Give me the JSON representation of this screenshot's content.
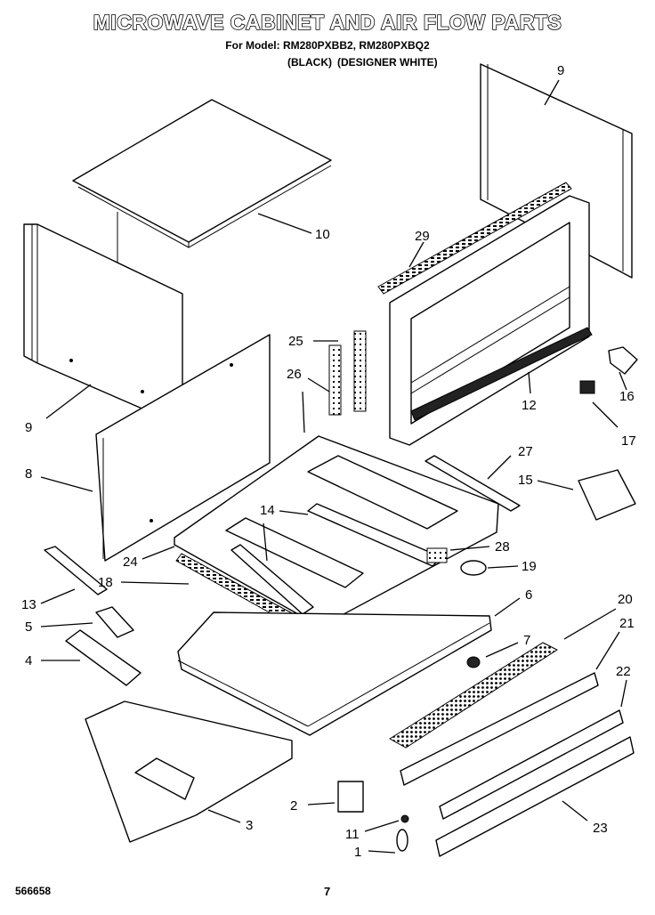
{
  "title": "MICROWAVE CABINET AND AIR FLOW PARTS",
  "model_line": "For Model: RM280PXBB2, RM280PXBQ2",
  "variants": [
    "(BLACK)",
    "(DESIGNER WHITE)"
  ],
  "footer_code": "566658",
  "page_number": "7",
  "callouts": [
    "9",
    "10",
    "9",
    "29",
    "25",
    "26",
    "8",
    "14",
    "12",
    "16",
    "17",
    "27",
    "15",
    "24",
    "18",
    "28",
    "19",
    "13",
    "6",
    "20",
    "5",
    "7",
    "21",
    "4",
    "22",
    "3",
    "2",
    "11",
    "23",
    "1"
  ]
}
